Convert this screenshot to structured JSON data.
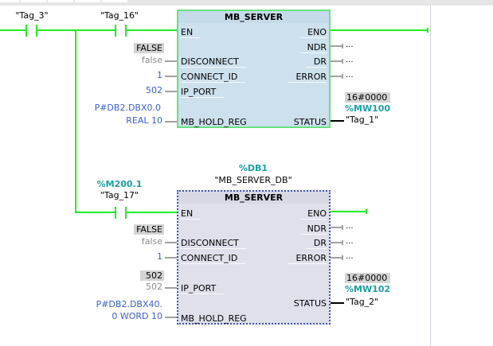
{
  "editor": {
    "networks": [
      {
        "contacts": [
          {
            "tag": "\"Tag_3\""
          },
          {
            "tag": "\"Tag_16\""
          }
        ],
        "block": {
          "title": "MB_SERVER",
          "inputs": [
            {
              "pin": "EN"
            },
            {
              "pin": "DISCONNECT",
              "monitor": "FALSE",
              "value": "false"
            },
            {
              "pin": "CONNECT_ID",
              "value": "1"
            },
            {
              "pin": "IP_PORT",
              "value": "502"
            },
            {
              "pin": "MB_HOLD_REG",
              "value_line1": "P#DB2.DBX0.0",
              "value_line2": "REAL 10"
            }
          ],
          "outputs": [
            {
              "pin": "ENO"
            },
            {
              "pin": "NDR",
              "value": "..."
            },
            {
              "pin": "DR",
              "value": "..."
            },
            {
              "pin": "ERROR",
              "value": "..."
            },
            {
              "pin": "STATUS",
              "monitor": "16#0000",
              "address": "%MW100",
              "tag": "\"Tag_1\""
            }
          ]
        }
      },
      {
        "contacts": [
          {
            "address": "%M200.1",
            "tag": "\"Tag_17\""
          }
        ],
        "block": {
          "instance_address": "%DB1",
          "instance_name": "\"MB_SERVER_DB\"",
          "title": "MB_SERVER",
          "inputs": [
            {
              "pin": "EN"
            },
            {
              "pin": "DISCONNECT",
              "monitor": "FALSE",
              "value": "false"
            },
            {
              "pin": "CONNECT_ID",
              "value": "1"
            },
            {
              "pin": "IP_PORT",
              "monitor": "502",
              "value": "502"
            },
            {
              "pin": "MB_HOLD_REG",
              "value_line1": "P#DB2.DBX40.",
              "value_line2": "0 WORD 10"
            }
          ],
          "outputs": [
            {
              "pin": "ENO"
            },
            {
              "pin": "NDR",
              "value": "..."
            },
            {
              "pin": "DR",
              "value": "..."
            },
            {
              "pin": "ERROR",
              "value": "..."
            },
            {
              "pin": "STATUS",
              "monitor": "16#0000",
              "address": "%MW102",
              "tag": "\"Tag_2\""
            }
          ]
        }
      }
    ]
  },
  "colors": {
    "power_flow": "#22ee22",
    "block1_bg": "#cde0ee",
    "block2_bg": "#dfe0ea",
    "address_teal": "#1aa0a0",
    "value_blue": "#3a5fd0"
  }
}
